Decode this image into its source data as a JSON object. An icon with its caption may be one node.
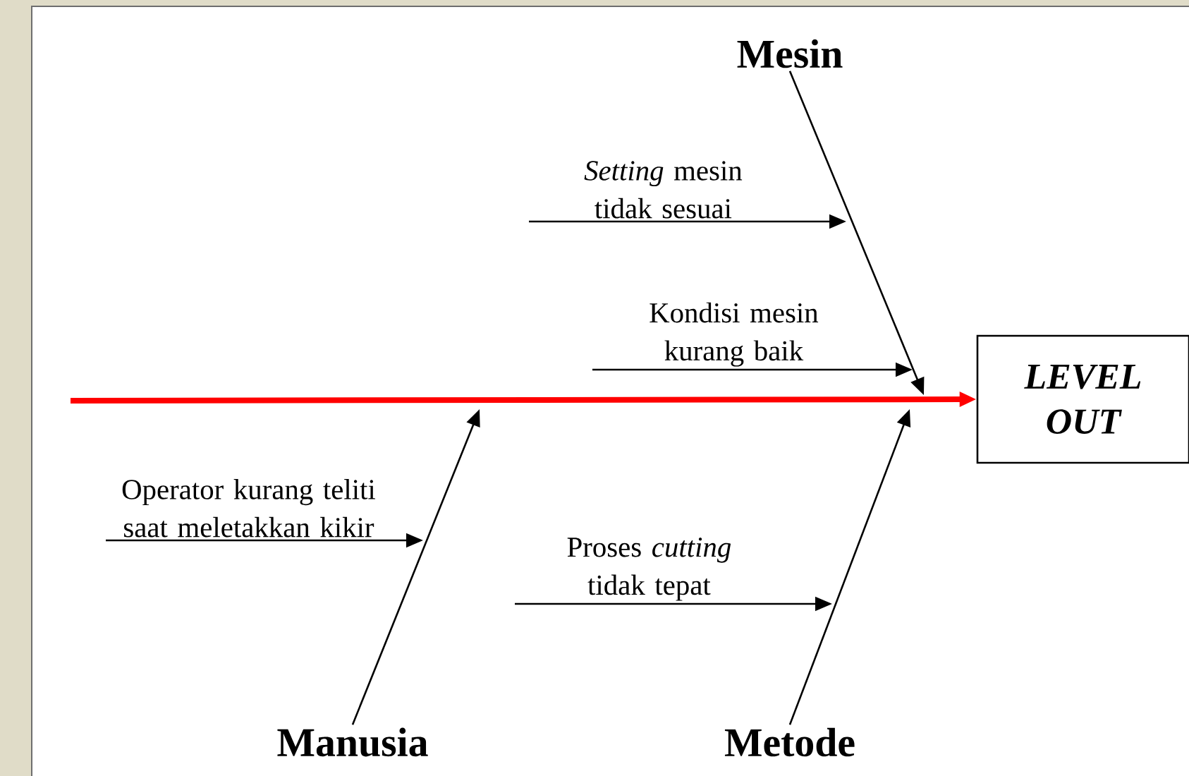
{
  "diagram": {
    "nodes": [
      {
        "text": [
          "Mesin"
        ]
      },
      {
        "text": [
          "*Setting* mesin tidak sesuai"
        ]
      },
      {
        "text": [
          "Kondisi mesin kurang baik"
        ]
      },
      {
        "text": [
          "Operator kurang teliti saat meletakkan kikir"
        ]
      },
      {
        "text": [
          "Proses *cutting* tidak tepat"
        ]
      },
      {
        "text": [
          "Manusia"
        ]
      },
      {
        "text": [
          "Metode"
        ]
      },
      {
        "text": [
          "LEVEL OUT"
        ]
      }
    ],
    "edges": [
      {
        "from": null,
        "to": 7,
        "arrow": "to",
        "style": "thick",
        "color": "#ff0000"
      },
      {
        "from": 0,
        "to": null,
        "arrow": "to"
      },
      {
        "from": 1,
        "to": null,
        "arrow": "to"
      },
      {
        "from": 2,
        "to": null,
        "arrow": "to"
      },
      {
        "from": 5,
        "to": null,
        "arrow": "to"
      },
      {
        "from": 3,
        "to": null,
        "arrow": "to"
      },
      {
        "from": 6,
        "to": null,
        "arrow": "to"
      },
      {
        "from": 4,
        "to": null,
        "arrow": "to"
      }
    ]
  }
}
